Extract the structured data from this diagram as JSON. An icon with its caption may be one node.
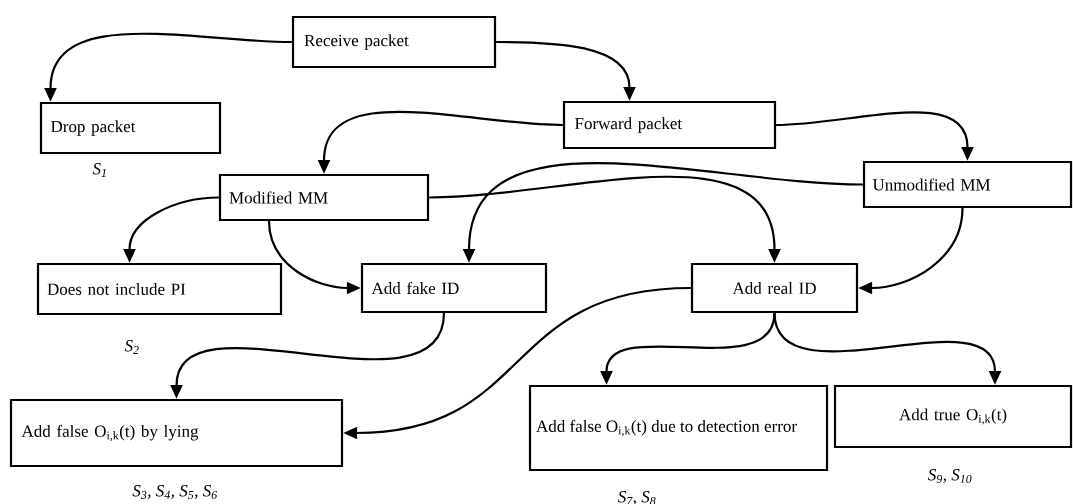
{
  "diagram": {
    "nodes": [
      {
        "text": [
          "Receive packet"
        ]
      },
      {
        "text": [
          "Drop packet"
        ],
        "beside": [
          "S$_{1}$"
        ]
      },
      {
        "text": [
          "Forward packet"
        ]
      },
      {
        "text": [
          "Modified MM"
        ]
      },
      {
        "text": [
          "Unmodified MM"
        ]
      },
      {
        "text": [
          "Does not include PI"
        ],
        "beside": [
          "S$_{2}$"
        ]
      },
      {
        "text": [
          "Add fake ID"
        ]
      },
      {
        "text": [
          "Add real ID"
        ]
      },
      {
        "text": [
          "Add false O$_{i,k}$(t) by lying"
        ],
        "beside": [
          "S$_{3}$, S$_{4}$, S$_{5}$, S$_{6}$"
        ]
      },
      {
        "text": [
          "Add false O$_{i,k}$(t) due to detection error"
        ],
        "beside": [
          "S$_{7}$, S$_{8}$"
        ]
      },
      {
        "text": [
          "Add true O$_{i,k}$(t)"
        ],
        "beside": [
          "S$_{9}$, S$_{10}$"
        ]
      }
    ],
    "edges": [
      {
        "from": 0,
        "to": 1,
        "arrow": "to"
      },
      {
        "from": 0,
        "to": 2,
        "arrow": "to"
      },
      {
        "from": 2,
        "to": 3,
        "arrow": "to"
      },
      {
        "from": 2,
        "to": 4,
        "arrow": "to"
      },
      {
        "from": 3,
        "to": 5,
        "arrow": "to"
      },
      {
        "from": 3,
        "to": 6,
        "arrow": "to"
      },
      {
        "from": 3,
        "to": 7,
        "arrow": "to"
      },
      {
        "from": 4,
        "to": 6,
        "arrow": "to"
      },
      {
        "from": 4,
        "to": 7,
        "arrow": "to"
      },
      {
        "from": 6,
        "to": 8,
        "arrow": "to"
      },
      {
        "from": 7,
        "to": 8,
        "arrow": "to"
      },
      {
        "from": 7,
        "to": 9,
        "arrow": "to"
      },
      {
        "from": 7,
        "to": 10,
        "arrow": "to"
      }
    ]
  }
}
